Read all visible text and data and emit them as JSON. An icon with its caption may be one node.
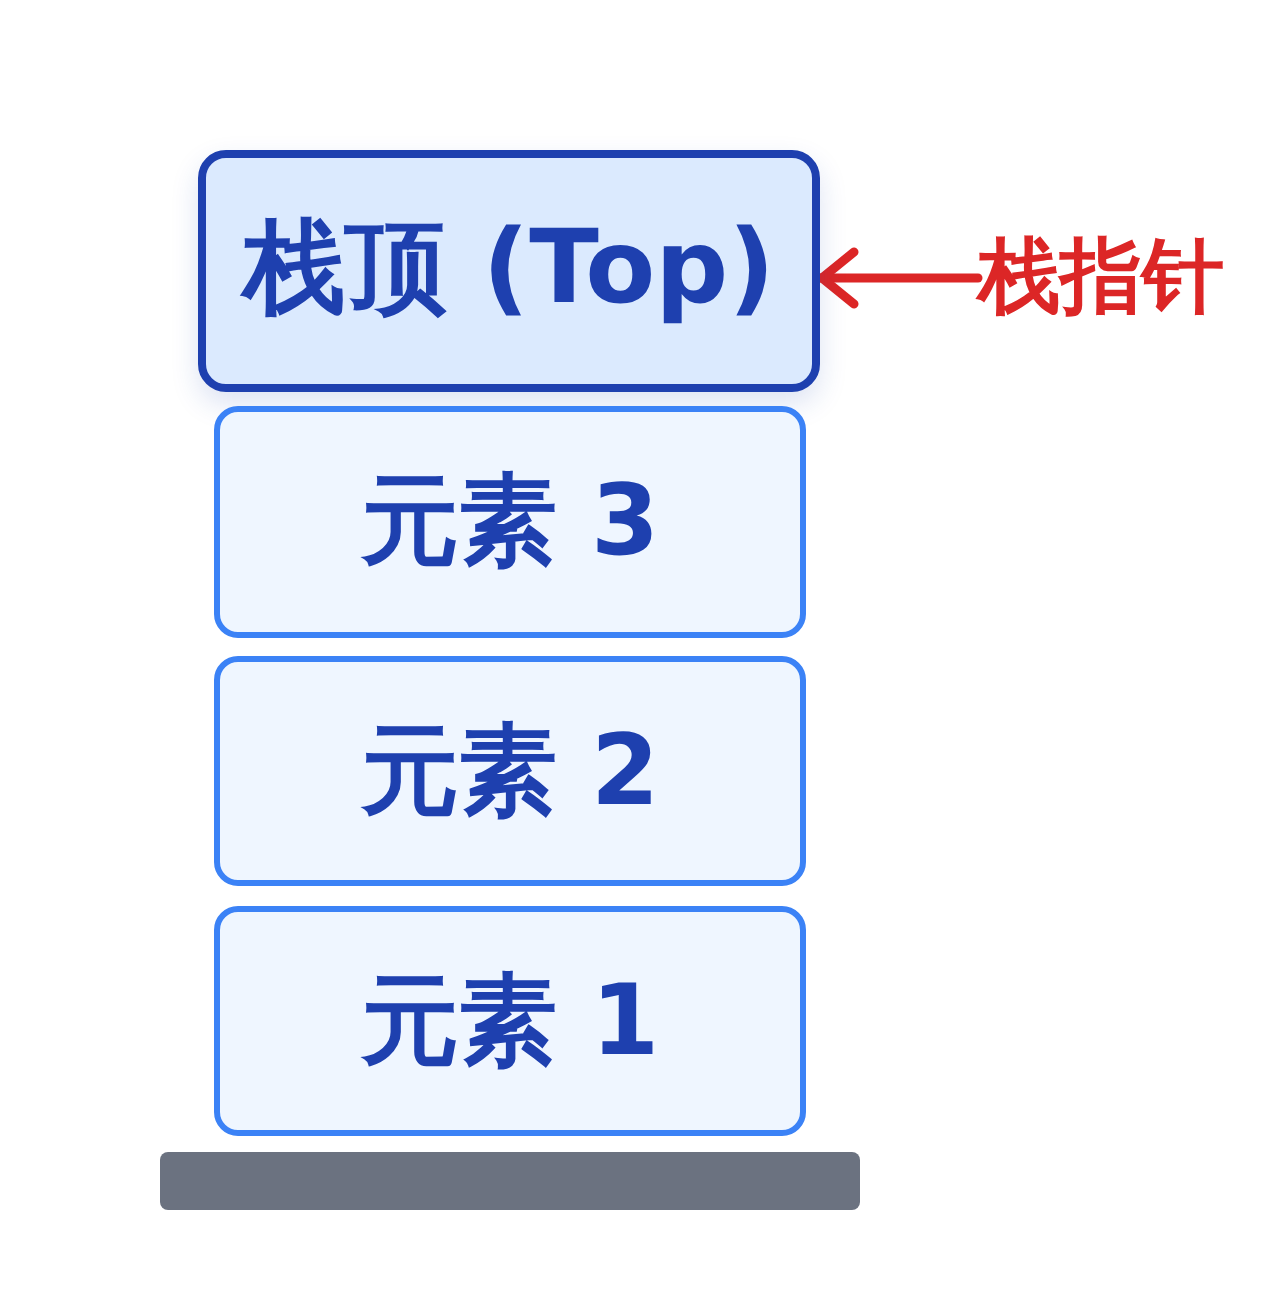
{
  "diagram": {
    "nodes": [
      {
        "text": [
          "栈顶 (Top)"
        ]
      },
      {
        "text": [
          "栈指针"
        ]
      },
      {
        "text": [
          "元素 3"
        ]
      },
      {
        "text": [
          "元素 2"
        ]
      },
      {
        "text": [
          "元素 1"
        ]
      },
      {
        "text": [],
        "shape": "bar"
      }
    ],
    "edges": [
      {
        "from": 1,
        "to": 0,
        "arrow": "to",
        "color": "#dc2626"
      }
    ]
  }
}
